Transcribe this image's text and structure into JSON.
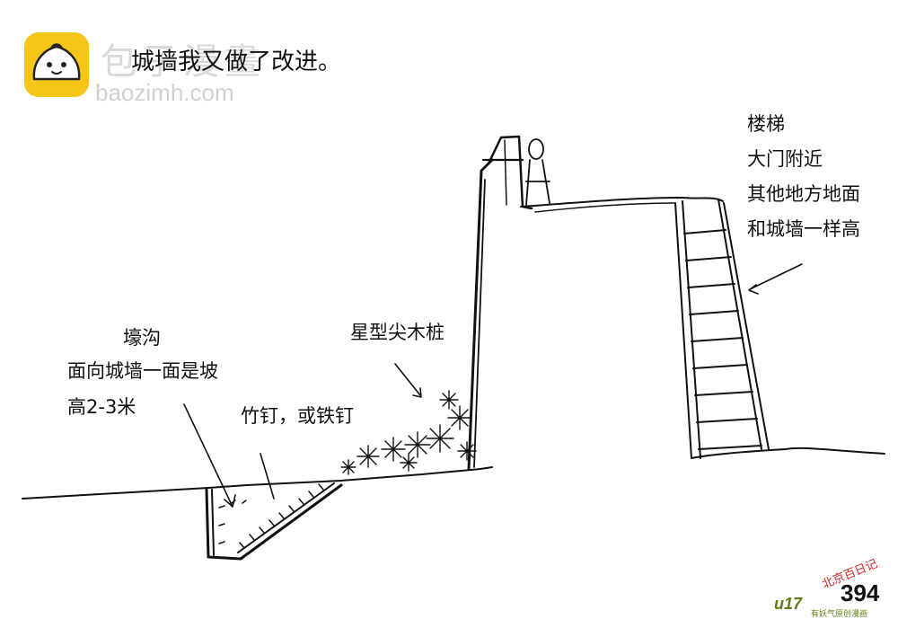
{
  "watermark": {
    "name": "包子漫畫",
    "url": "baozimh.com"
  },
  "title": "城墙我又做了改进。",
  "labels": {
    "stairs": [
      "楼梯",
      "大门附近",
      "其他地方地面",
      "和城墙一样高"
    ],
    "moat": [
      "壕沟",
      "面向城墙一面是坡",
      "高2-3米"
    ],
    "nails": "竹钉，或铁钉",
    "stakes": "星型尖木桩"
  },
  "footer": {
    "page_number": "394",
    "publisher_logo": "u17",
    "publisher_sub": "有妖气原创漫画",
    "stamp": "北京百日记"
  },
  "colors": {
    "logo_yellow": "#f5c518",
    "ink": "#111111",
    "publisher_green": "#5f7d13",
    "stamp_red": "#d02a2a"
  }
}
